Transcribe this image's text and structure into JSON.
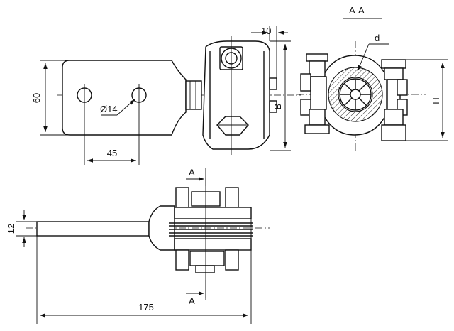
{
  "labels": {
    "section_title": "A-A",
    "dim_height_60": "60",
    "dim_width_45": "45",
    "dim_hole_diameter": "Ø14",
    "dim_10": "10",
    "dim_B": "B",
    "dim_H": "H",
    "dim_d": "d",
    "dim_12": "12",
    "dim_175": "175",
    "section_mark_top": "A",
    "section_mark_bottom": "A"
  }
}
